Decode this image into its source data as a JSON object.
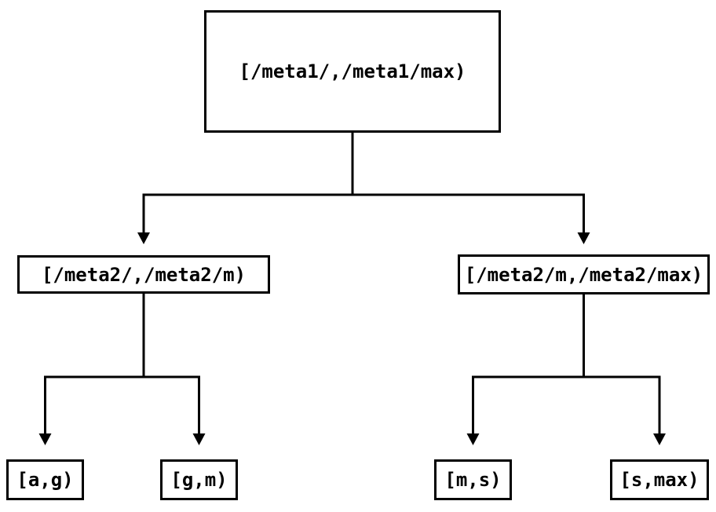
{
  "diagram": {
    "background_color": "#ffffff",
    "line_color": "#000000",
    "nodes": {
      "root": {
        "label": "[/meta1/,/meta1/max)"
      },
      "meta2_low": {
        "label": "[/meta2/,/meta2/m)"
      },
      "meta2_high": {
        "label": "[/meta2/m,/meta2/max)"
      },
      "range_ag": {
        "label": "[a,g)"
      },
      "range_gm": {
        "label": "[g,m)"
      },
      "range_ms": {
        "label": "[m,s)"
      },
      "range_smax": {
        "label": "[s,max)"
      }
    },
    "edges": [
      {
        "from": "root",
        "to": "meta2_low"
      },
      {
        "from": "root",
        "to": "meta2_high"
      },
      {
        "from": "meta2_low",
        "to": "range_ag"
      },
      {
        "from": "meta2_low",
        "to": "range_gm"
      },
      {
        "from": "meta2_high",
        "to": "range_ms"
      },
      {
        "from": "meta2_high",
        "to": "range_smax"
      }
    ]
  }
}
